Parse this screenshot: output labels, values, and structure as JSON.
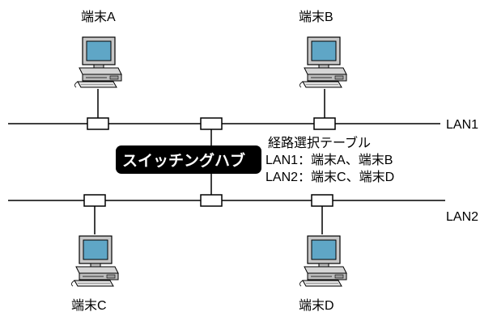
{
  "terminals": {
    "a": "端末A",
    "b": "端末B",
    "c": "端末C",
    "d": "端末D"
  },
  "lans": {
    "lan1": "LAN1",
    "lan2": "LAN2"
  },
  "hub": {
    "label": "スイッチングハブ"
  },
  "routing_table": {
    "title": "経路選択テーブル",
    "row1": "LAN1：端末A、端末B",
    "row2": "LAN2：端末C、端末D"
  },
  "colors": {
    "screen": "#5fa6c6",
    "monitor_body": "#bfbfbf",
    "hub_bg": "#000000"
  }
}
